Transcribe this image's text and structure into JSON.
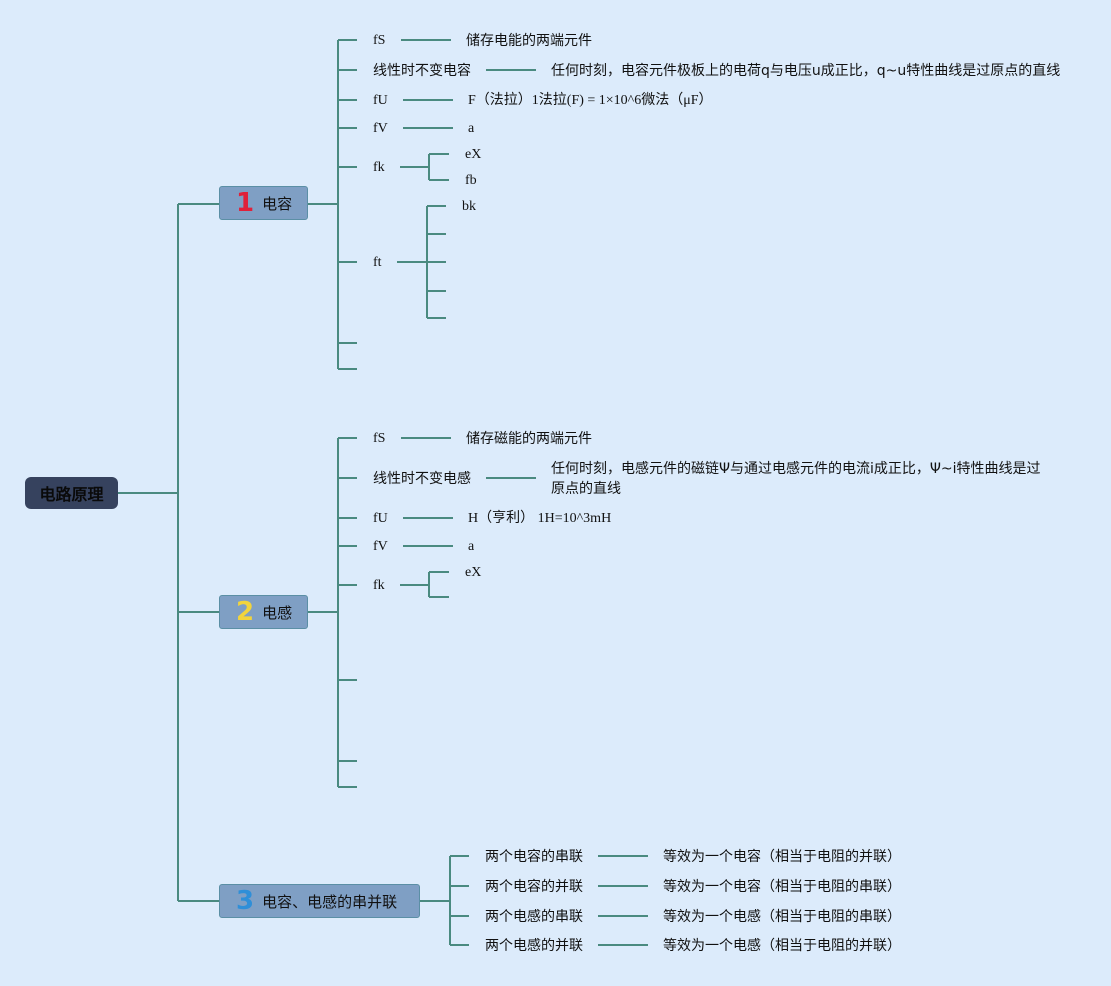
{
  "root": "电路原理",
  "colors": {
    "line": "#4a8a80",
    "n1": "#e0213a",
    "n2": "#f2d43c",
    "n3": "#2f8fd8"
  },
  "b1": {
    "num": "1",
    "label": "电容",
    "items": [
      {
        "key": "fS",
        "val": "储存电能的两端元件"
      },
      {
        "key": "线性时不变电容",
        "val": "任何时刻，电容元件极板上的电荷q与电压u成正比，q~u特性曲线是过原点的直线"
      },
      {
        "key": "fU",
        "val": "F（法拉）1法拉(F) = 1×10^6微法（μF）"
      },
      {
        "key": "fV",
        "val": "a"
      },
      {
        "key": "fk",
        "subs": [
          "eX",
          "fb"
        ]
      },
      {
        "key": "ft",
        "subs": [
          "bk"
        ]
      }
    ]
  },
  "b2": {
    "num": "2",
    "label": "电感",
    "items": [
      {
        "key": "fS",
        "val": "储存磁能的两端元件"
      },
      {
        "key": "线性时不变电感",
        "val": "任何时刻，电感元件的磁链Ψ与通过电感元件的电流i成正比，Ψ~i特性曲线是过原点的直线"
      },
      {
        "key": "fU",
        "val": "H（亨利） 1H=10^3mH"
      },
      {
        "key": "fV",
        "val": "a"
      },
      {
        "key": "fk",
        "subs": [
          "eX"
        ]
      }
    ]
  },
  "b3": {
    "num": "3",
    "label": "电容、电感的串并联",
    "items": [
      {
        "key": "两个电容的串联",
        "val": "等效为一个电容（相当于电阻的并联）"
      },
      {
        "key": "两个电容的并联",
        "val": "等效为一个电容（相当于电阻的串联）"
      },
      {
        "key": "两个电感的串联",
        "val": "等效为一个电感（相当于电阻的串联）"
      },
      {
        "key": "两个电感的并联",
        "val": "等效为一个电感（相当于电阻的并联）"
      }
    ]
  }
}
